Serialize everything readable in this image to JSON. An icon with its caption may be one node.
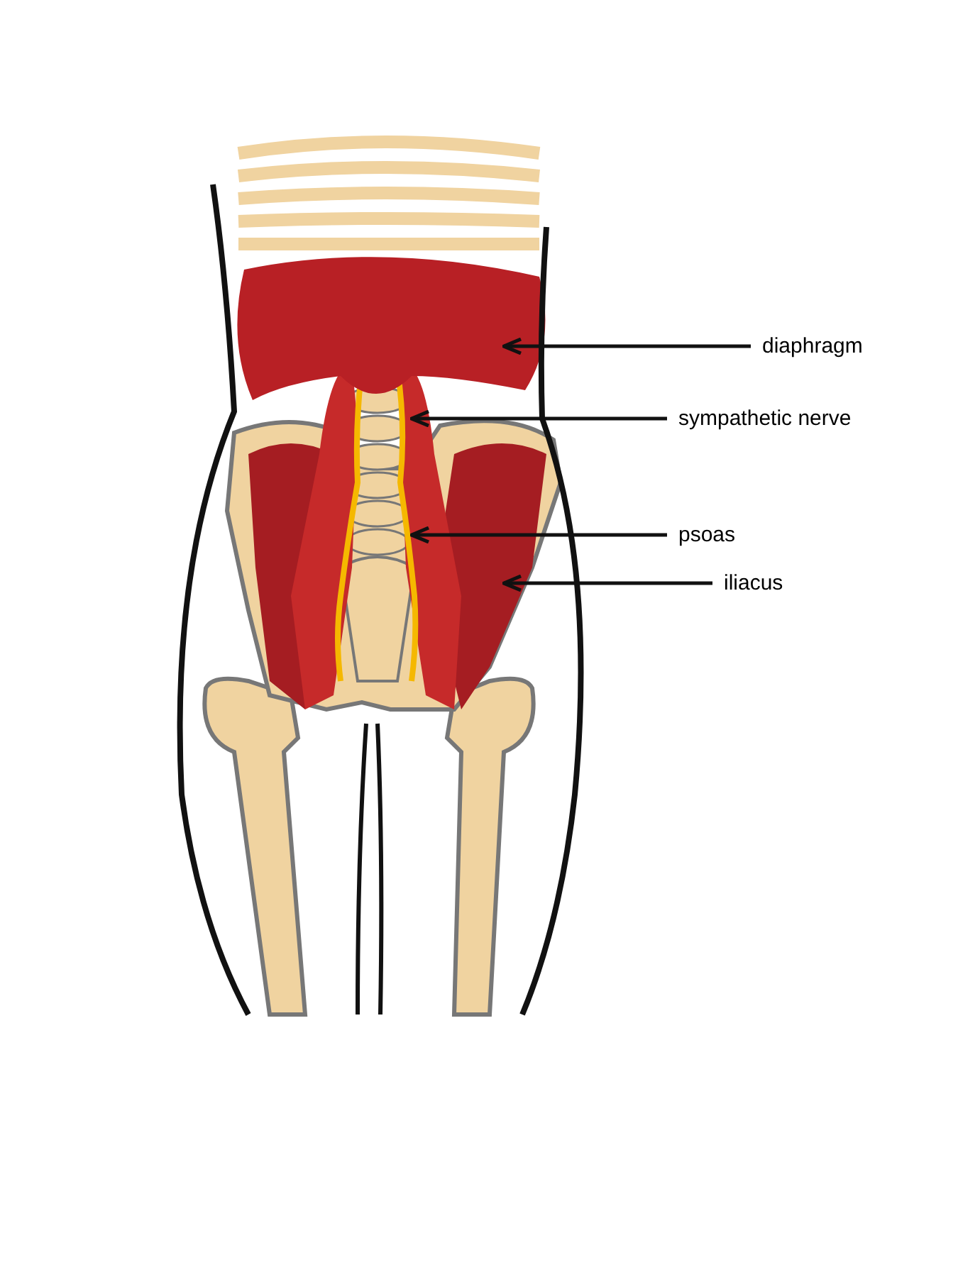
{
  "diagram": {
    "nodes": [
      {
        "text": [
          "diaphragm"
        ]
      },
      {
        "text": [
          "sympathetic nerve"
        ]
      },
      {
        "text": [
          "psoas"
        ]
      },
      {
        "text": [
          "iliacus"
        ]
      }
    ],
    "edges": [
      {
        "from": 0,
        "to": null,
        "arrow": "to"
      },
      {
        "from": 1,
        "to": null,
        "arrow": "to"
      },
      {
        "from": 2,
        "to": null,
        "arrow": "to"
      },
      {
        "from": 3,
        "to": null,
        "arrow": "to"
      }
    ]
  }
}
